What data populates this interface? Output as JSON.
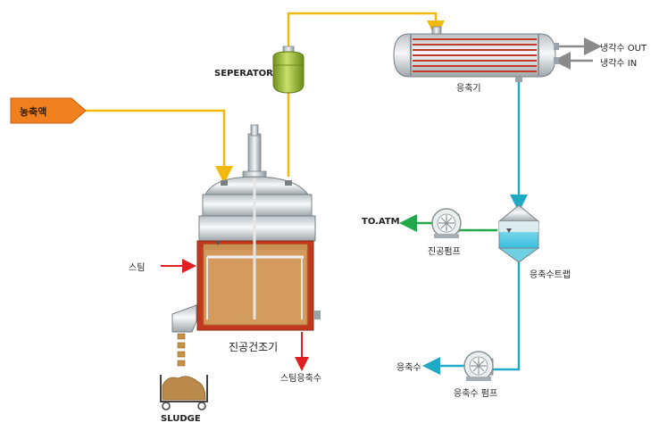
{
  "labels": {
    "feed": "농축액",
    "separator": "SEPERATOR",
    "condenser": "응축기",
    "cooling_out": "냉각수 OUT",
    "cooling_in": "냉각수 IN",
    "to_atm": "TO.ATM",
    "vacuum_pump": "진공펌프",
    "condensate_trap": "응축수트랩",
    "steam": "스팀",
    "dryer": "진공건조기",
    "steam_condensate": "스팀응축수",
    "sludge": "SLUDGE",
    "condensate": "응축수",
    "condensate_pump": "응축수 펌프"
  },
  "colors": {
    "vapor_line": "#f2b90c",
    "condensate_line": "#20a9c4",
    "vacuum_line": "#22a84a",
    "steam_arrow": "#e02020",
    "feed_tag": "#f07f1e",
    "dryer_jacket": "#c0391d",
    "dryer_fill": "#d49b5f",
    "separator_body": "#a3c23a",
    "condenser_tubes": "#c0392b"
  }
}
